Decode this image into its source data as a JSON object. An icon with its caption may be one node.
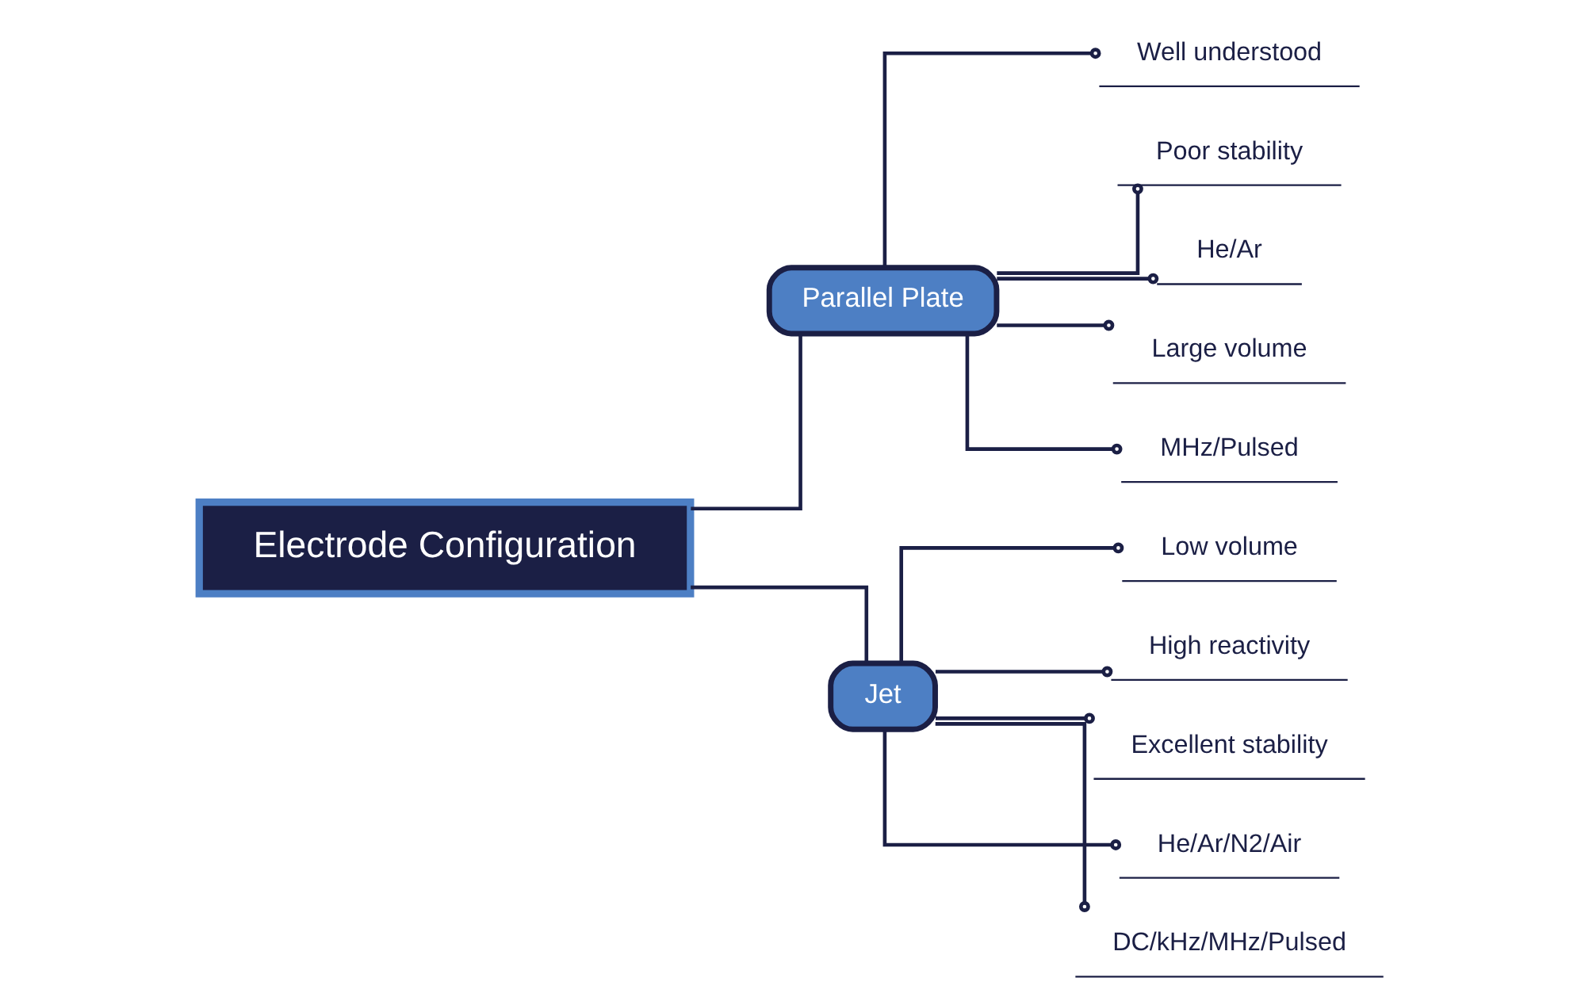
{
  "diagram": {
    "nodes": [
      {
        "text": [
          "Electrode Configuration"
        ]
      },
      {
        "text": [
          "Parallel Plate"
        ]
      },
      {
        "text": [
          "Jet"
        ]
      },
      {
        "text": [
          "Well understood"
        ]
      },
      {
        "text": [
          "Poor stability"
        ]
      },
      {
        "text": [
          "He/Ar"
        ]
      },
      {
        "text": [
          "Large volume"
        ]
      },
      {
        "text": [
          "MHz/Pulsed"
        ]
      },
      {
        "text": [
          "Low volume"
        ]
      },
      {
        "text": [
          "High reactivity"
        ]
      },
      {
        "text": [
          "Excellent stability"
        ]
      },
      {
        "text": [
          "He/Ar/N2/Air"
        ]
      },
      {
        "text": [
          "DC/kHz/MHz/Pulsed"
        ]
      }
    ],
    "edges": [
      {
        "from": 0,
        "to": 1,
        "arrow": "none"
      },
      {
        "from": 0,
        "to": 2,
        "arrow": "none"
      },
      {
        "from": 1,
        "to": 3,
        "arrow": "other"
      },
      {
        "from": 1,
        "to": 4,
        "arrow": "other"
      },
      {
        "from": 1,
        "to": 5,
        "arrow": "other"
      },
      {
        "from": 1,
        "to": 6,
        "arrow": "other"
      },
      {
        "from": 1,
        "to": 7,
        "arrow": "other"
      },
      {
        "from": 2,
        "to": 8,
        "arrow": "other"
      },
      {
        "from": 2,
        "to": 9,
        "arrow": "other"
      },
      {
        "from": 2,
        "to": 10,
        "arrow": "other"
      },
      {
        "from": 2,
        "to": 11,
        "arrow": "other"
      },
      {
        "from": 2,
        "to": 12,
        "arrow": "other"
      }
    ]
  }
}
